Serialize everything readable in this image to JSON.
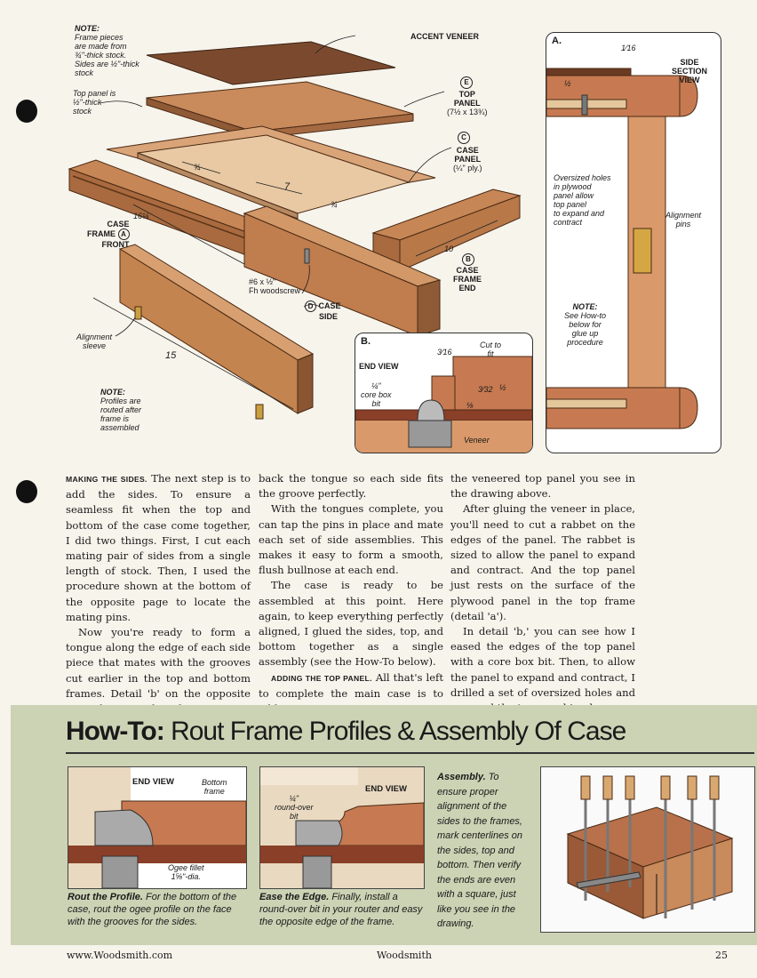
{
  "diagram": {
    "note_top": [
      "NOTE:",
      "Frame pieces",
      "are made from",
      "¾\"-thick stock.",
      "Sides are ½\"-thick",
      "stock"
    ],
    "note_top_panel": [
      "Top panel is",
      "½\"-thick",
      "stock"
    ],
    "accent_veneer": "ACCENT VENEER",
    "e_label": "E",
    "top_panel": [
      "TOP",
      "PANEL",
      "(7½ x 13¾)"
    ],
    "c_label": "C",
    "case_panel": [
      "CASE",
      "PANEL",
      "(¼\" ply.)"
    ],
    "dim_3_4_a": "¾",
    "dim_7": "7",
    "dim_3_4_b": "¾",
    "dim_16_1_4": "16¼",
    "case_frame_front": [
      "CASE",
      "FRAME",
      "FRONT"
    ],
    "a_label": "A",
    "dim_10": "10",
    "b_label": "B",
    "case_frame_end": [
      "CASE",
      "FRAME",
      "END"
    ],
    "woodscrew": [
      "#6 x ½\"",
      "Fh woodscrew"
    ],
    "d_label": "D",
    "case_side": [
      "CASE",
      "SIDE"
    ],
    "alignment_sleeve": [
      "Alignment",
      "sleeve"
    ],
    "dim_15": "15",
    "note_bottom": [
      "NOTE:",
      "Profiles are",
      "routed after",
      "frame is",
      "assembled"
    ]
  },
  "detail_a": {
    "tag": "a.",
    "dim_1_16": "1⁄16",
    "dim_half": "½",
    "title": [
      "SIDE",
      "SECTION",
      "VIEW"
    ],
    "holes_note": [
      "Oversized holes",
      "in plywood",
      "panel allow",
      "top panel",
      "to expand and",
      "contract"
    ],
    "alignment_pins": [
      "Alignment",
      "pins"
    ],
    "note": [
      "NOTE:",
      "See How-to",
      "below for",
      "glue up",
      "procedure"
    ]
  },
  "detail_b": {
    "tag": "b.",
    "end_view": "END VIEW",
    "dim_3_16": "3⁄16",
    "cut_to_fit": [
      "Cut to",
      "fit"
    ],
    "core_box": [
      "¼\"",
      "core box",
      "bit"
    ],
    "dim_3_32": "3⁄32",
    "dim_half": "½",
    "dim_1_8": "⅛",
    "veneer": "Veneer"
  },
  "article": {
    "col1_runin": "MAKING THE SIDES.",
    "col1_p1": "The next step is to add the sides. To ensure a seamless fit when the top and bottom of the case come together, I did two things. First, I cut each mating pair of sides from a single length of stock. Then, I used the procedure shown at the bottom of the opposite page to locate the mating pins.",
    "col1_p2": "Now you're ready to form a tongue along the edge of each side piece that mates with the grooves cut earlier in the top and bottom frames. Detail 'b' on the opposite page shows you how far to trim",
    "col2_p1": "back the tongue so each side fits the groove perfectly.",
    "col2_p2": "With the tongues complete, you can tap the pins in place and mate each set of side assemblies. This makes it easy to form a smooth, flush bullnose at each end.",
    "col2_p3": "The case is ready to be assembled at this point. Here again, to keep everything perfectly aligned, I glued the sides, top, and bottom together as a single assembly (see the How-To below).",
    "col2_runin": "ADDING THE TOP PANEL.",
    "col2_p4": "All that's left to complete the main case is to add",
    "col3_p1": "the veneered top panel you see in the drawing above.",
    "col3_p2": "After gluing the veneer in place, you'll need to cut a rabbet on the edges of the panel. The rabbet is sized to allow the panel to expand and contract. And the top panel just rests on the surface of the plywood panel in the top frame (detail 'a').",
    "col3_p3": "In detail 'b,' you can see how I eased the edges of the top panel with a core box bit. Then, to allow the panel to expand and contract, I drilled a set of oversized holes and screwed the top panel in place."
  },
  "howto": {
    "title_bold": "How-To:",
    "title_rest": "Rout Frame Profiles & Assembly Of Case",
    "panel1": {
      "end_view": "END VIEW",
      "bottom_frame": [
        "Bottom",
        "frame"
      ],
      "ogee": [
        "Ogee fillet",
        "1⅝\"-dia."
      ],
      "cap_title": "Rout the Profile.",
      "cap_text": "For the bottom of the case, rout the ogee profile on the face with the grooves for the sides."
    },
    "panel2": {
      "roundover": [
        "¼\"",
        "round-over",
        "bit"
      ],
      "end_view": "END VIEW",
      "cap_title": "Ease the Edge.",
      "cap_text": "Finally, install a round-over bit in your router and easy the opposite edge of the frame."
    },
    "assembly": {
      "cap_title": "Assembly.",
      "cap_text": "To ensure proper alignment of the sides to the frames, mark centerlines on the sides, top and bottom. Then verify the ends are even with a square, just like you see in the drawing."
    }
  },
  "footer": {
    "left": "www.Woodsmith.com",
    "center": "Woodsmith",
    "page": "25"
  }
}
